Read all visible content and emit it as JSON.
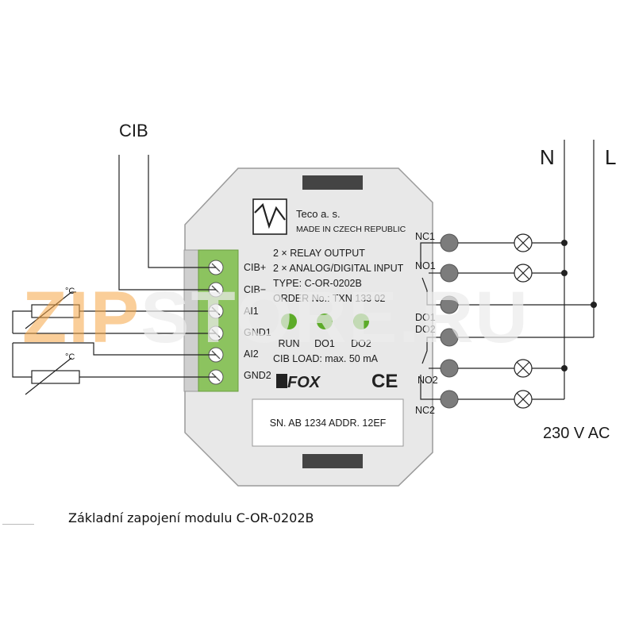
{
  "labels": {
    "cib": "CIB",
    "n": "N",
    "l": "L",
    "voltage": "230 V AC",
    "temp_top": "°C",
    "temp_bottom": "°C"
  },
  "module": {
    "manufacturer": "Teco a. s.",
    "made_in": "MADE IN CZECH REPUBLIC",
    "line1": "2 × RELAY OUTPUT",
    "line2": "2 × ANALOG/DIGITAL INPUT",
    "type": "TYPE: C-OR-0202B",
    "order": "ORDER No.: TXN 133 02",
    "cib_load": "CIB LOAD: max. 50 mA",
    "brand": "FOX",
    "ce_mark": "CE",
    "serial": "SN. AB 1234  ADDR. 12EF"
  },
  "left_terminals": [
    "CIB+",
    "CIB−",
    "AI1",
    "GND1",
    "AI2",
    "GND2"
  ],
  "right_terminals": [
    "NC1",
    "NO1",
    "DO1",
    "DO2",
    "NO2",
    "NC2"
  ],
  "leds": [
    "RUN",
    "DO1",
    "DO2"
  ],
  "watermark": {
    "part1": "ZIP",
    "part2": "STORE.RU"
  },
  "caption": "Základní zapojení modulu  C-OR-0202B",
  "colors": {
    "terminal": "#8cc35f",
    "led": "#5cab28",
    "housing": "#e8e8e8",
    "tab": "#444444"
  }
}
